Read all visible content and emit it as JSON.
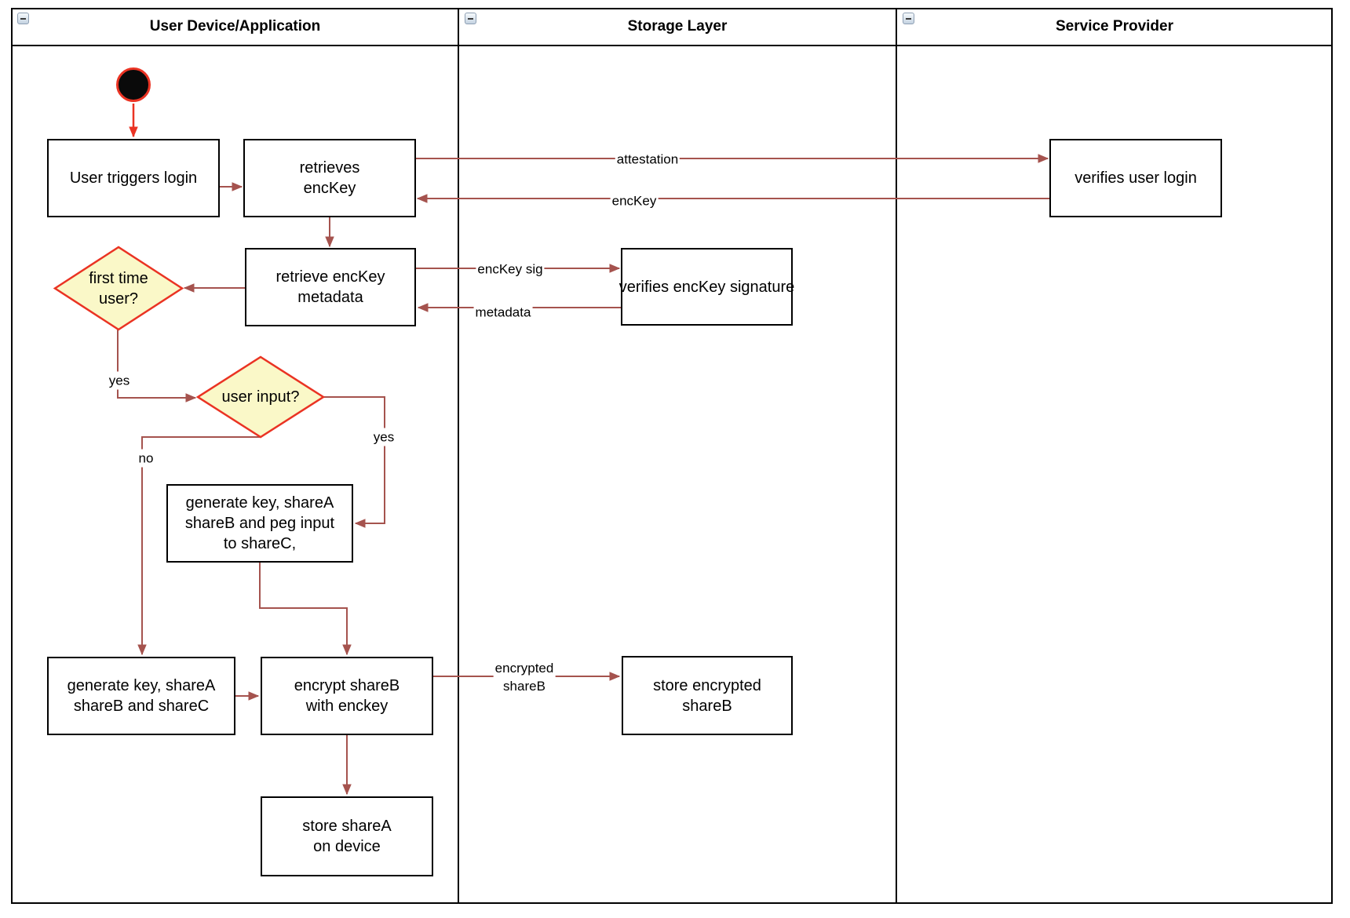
{
  "diagram": {
    "lanes": [
      {
        "title": "User Device/Application"
      },
      {
        "title": "Storage Layer"
      },
      {
        "title": "Service Provider"
      }
    ],
    "nodes": {
      "user_triggers_login": "User triggers login",
      "retrieves_enckey": "retrieves\nencKey",
      "verifies_user_login": "verifies user login",
      "retrieve_enckey_metadata": "retrieve encKey\nmetadata",
      "verifies_enckey_signature": "verifies encKey signature",
      "first_time_user": "first time\nuser?",
      "user_input": "user input?",
      "generate_key_peg": "generate key, shareA\nshareB and peg input\nto shareC,",
      "generate_key_abc": "generate key, shareA\nshareB and shareC",
      "encrypt_shareb": "encrypt shareB\nwith enckey",
      "store_sharea": "store shareA\non device",
      "store_encrypted_shareb": "store encrypted\nshareB"
    },
    "edge_labels": {
      "attestation": "attestation",
      "enckey": "encKey",
      "enckey_sig": "encKey sig",
      "metadata": "metadata",
      "yes_first_time": "yes",
      "no_user_input": "no",
      "yes_user_input": "yes",
      "encrypted_shareb": "encrypted\nshareB"
    },
    "colors": {
      "edge_dark_red": "#a5534e",
      "accent_red": "#ea3323",
      "decision_fill": "#faf8c8",
      "node_border": "#000000",
      "start_fill": "#0a0a0a"
    }
  }
}
